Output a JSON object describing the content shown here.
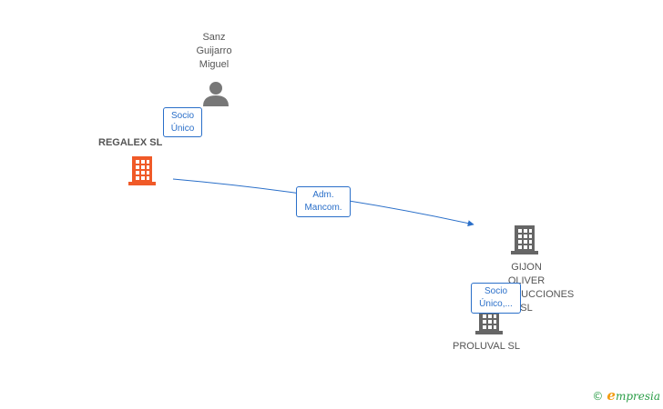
{
  "nodes": {
    "person": {
      "label": "Sanz\nGuijarro\nMiguel",
      "icon": "person-icon"
    },
    "regalex": {
      "label": "REGALEX SL",
      "icon": "building-icon",
      "color": "#f05a28"
    },
    "gijon": {
      "label": "GIJON\nOLIVER\nCONSTRUCCIONES SL",
      "icon": "building-icon",
      "color": "#666666"
    },
    "proluval": {
      "label": "PROLUVAL SL",
      "icon": "building-icon",
      "color": "#666666"
    }
  },
  "edges": {
    "socio_unico": {
      "label": "Socio\nÚnico"
    },
    "adm_mancom": {
      "label": "Adm.\nMancom."
    },
    "socio_unico_2": {
      "label": "Socio\nÚnico,..."
    }
  },
  "brand": {
    "copyright": "©",
    "e": "e",
    "name": "mpresia"
  },
  "colors": {
    "edge": "#2a6fc9",
    "accent_company": "#f05a28",
    "company": "#666666",
    "brand_green": "#2a9d47"
  }
}
